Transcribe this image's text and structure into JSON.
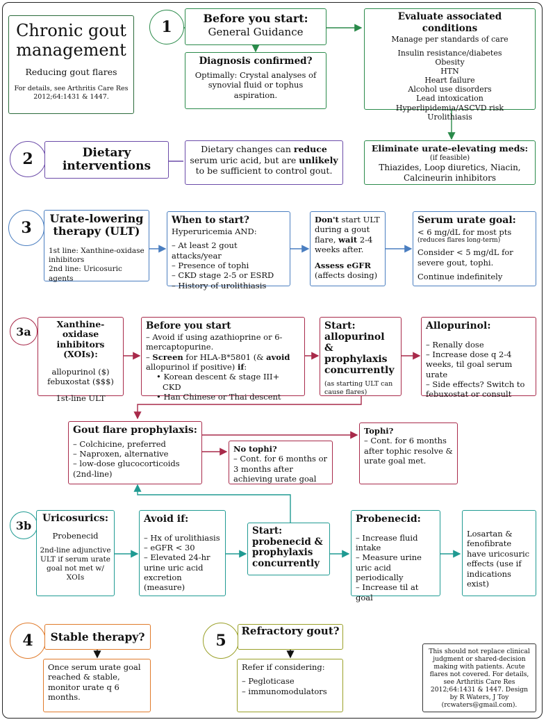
{
  "title_box": {
    "title": "Chronic gout management",
    "subtitle": "Reducing gout flares",
    "ref": "For details, see Arthritis Care Res 2012;64:1431 & 1447."
  },
  "step1": {
    "num": "1",
    "title": "Before you start:",
    "subtitle": "General Guidance"
  },
  "diagnosis": {
    "title": "Diagnosis confirmed?",
    "text": "Optimally: Crystal analyses of synovial fluid or tophus aspiration."
  },
  "conditions": {
    "title": "Evaluate associated conditions",
    "subtitle": "Manage per standards of care",
    "items": [
      "Insulin resistance/diabetes",
      "Obesity",
      "HTN",
      "Heart failure",
      "Alcohol use disorders",
      "Lead intoxication",
      "Hyperlipidemia/ASCVD risk",
      "Urolithiasis"
    ]
  },
  "meds": {
    "title": "Eliminate urate-elevating meds:",
    "note": "(if feasible)",
    "text": "Thiazides, Loop diuretics, Niacin, Calcineurin inhibitors"
  },
  "step2": {
    "num": "2",
    "title": "Dietary interventions",
    "t1": "Dietary changes can ",
    "t2": "reduce",
    "t3": " serum uric acid, but are ",
    "t4": "unlikely",
    "t5": " to be sufficient to control gout."
  },
  "step3": {
    "num": "3",
    "title": "Urate-lowering therapy (ULT)",
    "line1": "1st line: Xanthine-oxidase inhibitors",
    "line2": "2nd line: Uricosuric agents"
  },
  "when": {
    "title": "When to start?",
    "sub": "Hyperuricemia AND:",
    "items": [
      "At least 2 gout attacks/year",
      "Presence of tophi",
      "CKD stage 2-5 or ESRD",
      "History of urolithiasis"
    ]
  },
  "dont": {
    "b1": "Don't",
    "t1": " start ULT during a gout flare, ",
    "b2": "wait",
    "t2": " 2-4 weeks after.",
    "b3": "Assess eGFR",
    "t3": "(affects dosing)"
  },
  "goal": {
    "title": "Serum urate goal:",
    "l1": "< 6 mg/dL for most pts",
    "l1note": "(reduces flares long-term)",
    "l2": "Consider < 5 mg/dL for severe gout, tophi.",
    "l3": "Continue indefinitely"
  },
  "step3a": {
    "num": "3a",
    "title": "Xanthine-oxidase inhibitors (XOIs):",
    "d1": "allopurinol ($)",
    "d2": "febuxostat ($$$)",
    "d3": "1st-line ULT"
  },
  "before": {
    "title": "Before you start",
    "i1": "Avoid if using azathioprine or 6-mercaptopurine.",
    "i2b": "Screen",
    "i2": " for HLA-B*5801 (& ",
    "i2b2": "avoid",
    "i2c": " allopurinol if positive) ",
    "i2b3": "if",
    "i2d": ":",
    "bul": [
      "Korean descent & stage III+ CKD",
      "Han Chinese or Thai descent"
    ]
  },
  "start_a": {
    "title": "Start: allopurinol & prophylaxis concurrently",
    "note": "(as starting ULT can cause flares)"
  },
  "allo": {
    "title": "Allopurinol:",
    "items": [
      "Renally dose",
      "Increase dose q 2-4 weeks, til goal serum urate",
      "Side effects? Switch to febuxostat or consult"
    ]
  },
  "proph": {
    "title": "Gout flare prophylaxis:",
    "items": [
      "Colchicine, preferred",
      "Naproxen, alternative",
      "low-dose glucocorticoids (2nd-line)"
    ]
  },
  "notophi": {
    "title": "No tophi?",
    "text": "Cont. for 6 months or 3 months after achieving urate goal"
  },
  "tophi": {
    "title": "Tophi?",
    "text": "Cont. for 6 months after tophic resolve & urate goal met."
  },
  "step3b": {
    "num": "3b",
    "title": "Uricosurics:",
    "d1": "Probenecid",
    "d2": "2nd-line adjunctive ULT if serum urate goal not met w/ XOIs"
  },
  "avoid": {
    "title": "Avoid if:",
    "items": [
      "Hx of urolithiasis",
      "eGFR < 30",
      "Elevated 24-hr urine uric acid excretion (measure)"
    ]
  },
  "start_b": {
    "title": "Start: probenecid & prophylaxis concurrently"
  },
  "probe": {
    "title": "Probenecid:",
    "items": [
      "Increase fluid intake",
      "Measure urine uric acid periodically",
      "Increase til at goal"
    ]
  },
  "losartan": {
    "text": "Losartan & fenofibrate have uricosuric effects (use if indications exist)"
  },
  "step4": {
    "num": "4",
    "title": "Stable therapy?",
    "text": "Once serum urate goal reached & stable, monitor urate q 6 months."
  },
  "step5": {
    "num": "5",
    "title": "Refractory gout?",
    "sub": "Refer if considering:",
    "items": [
      "Pegloticase",
      "immunomodulators"
    ]
  },
  "disclaimer": {
    "text": "This should not replace clinical judgment or shared-decision making with patients.  Acute flares not covered. For details, see Arthritis Care Res 2012;64:1431 & 1447.  Design by R Waters, J Toy (rcwaters@gmail.com)."
  },
  "colors": {
    "green": "#2a8a4a",
    "purple": "#6a4aa8",
    "blue": "#4a7ec0",
    "red": "#a82a4a",
    "teal": "#1f9a92",
    "orange": "#e07a2a",
    "olive": "#9aa028"
  }
}
